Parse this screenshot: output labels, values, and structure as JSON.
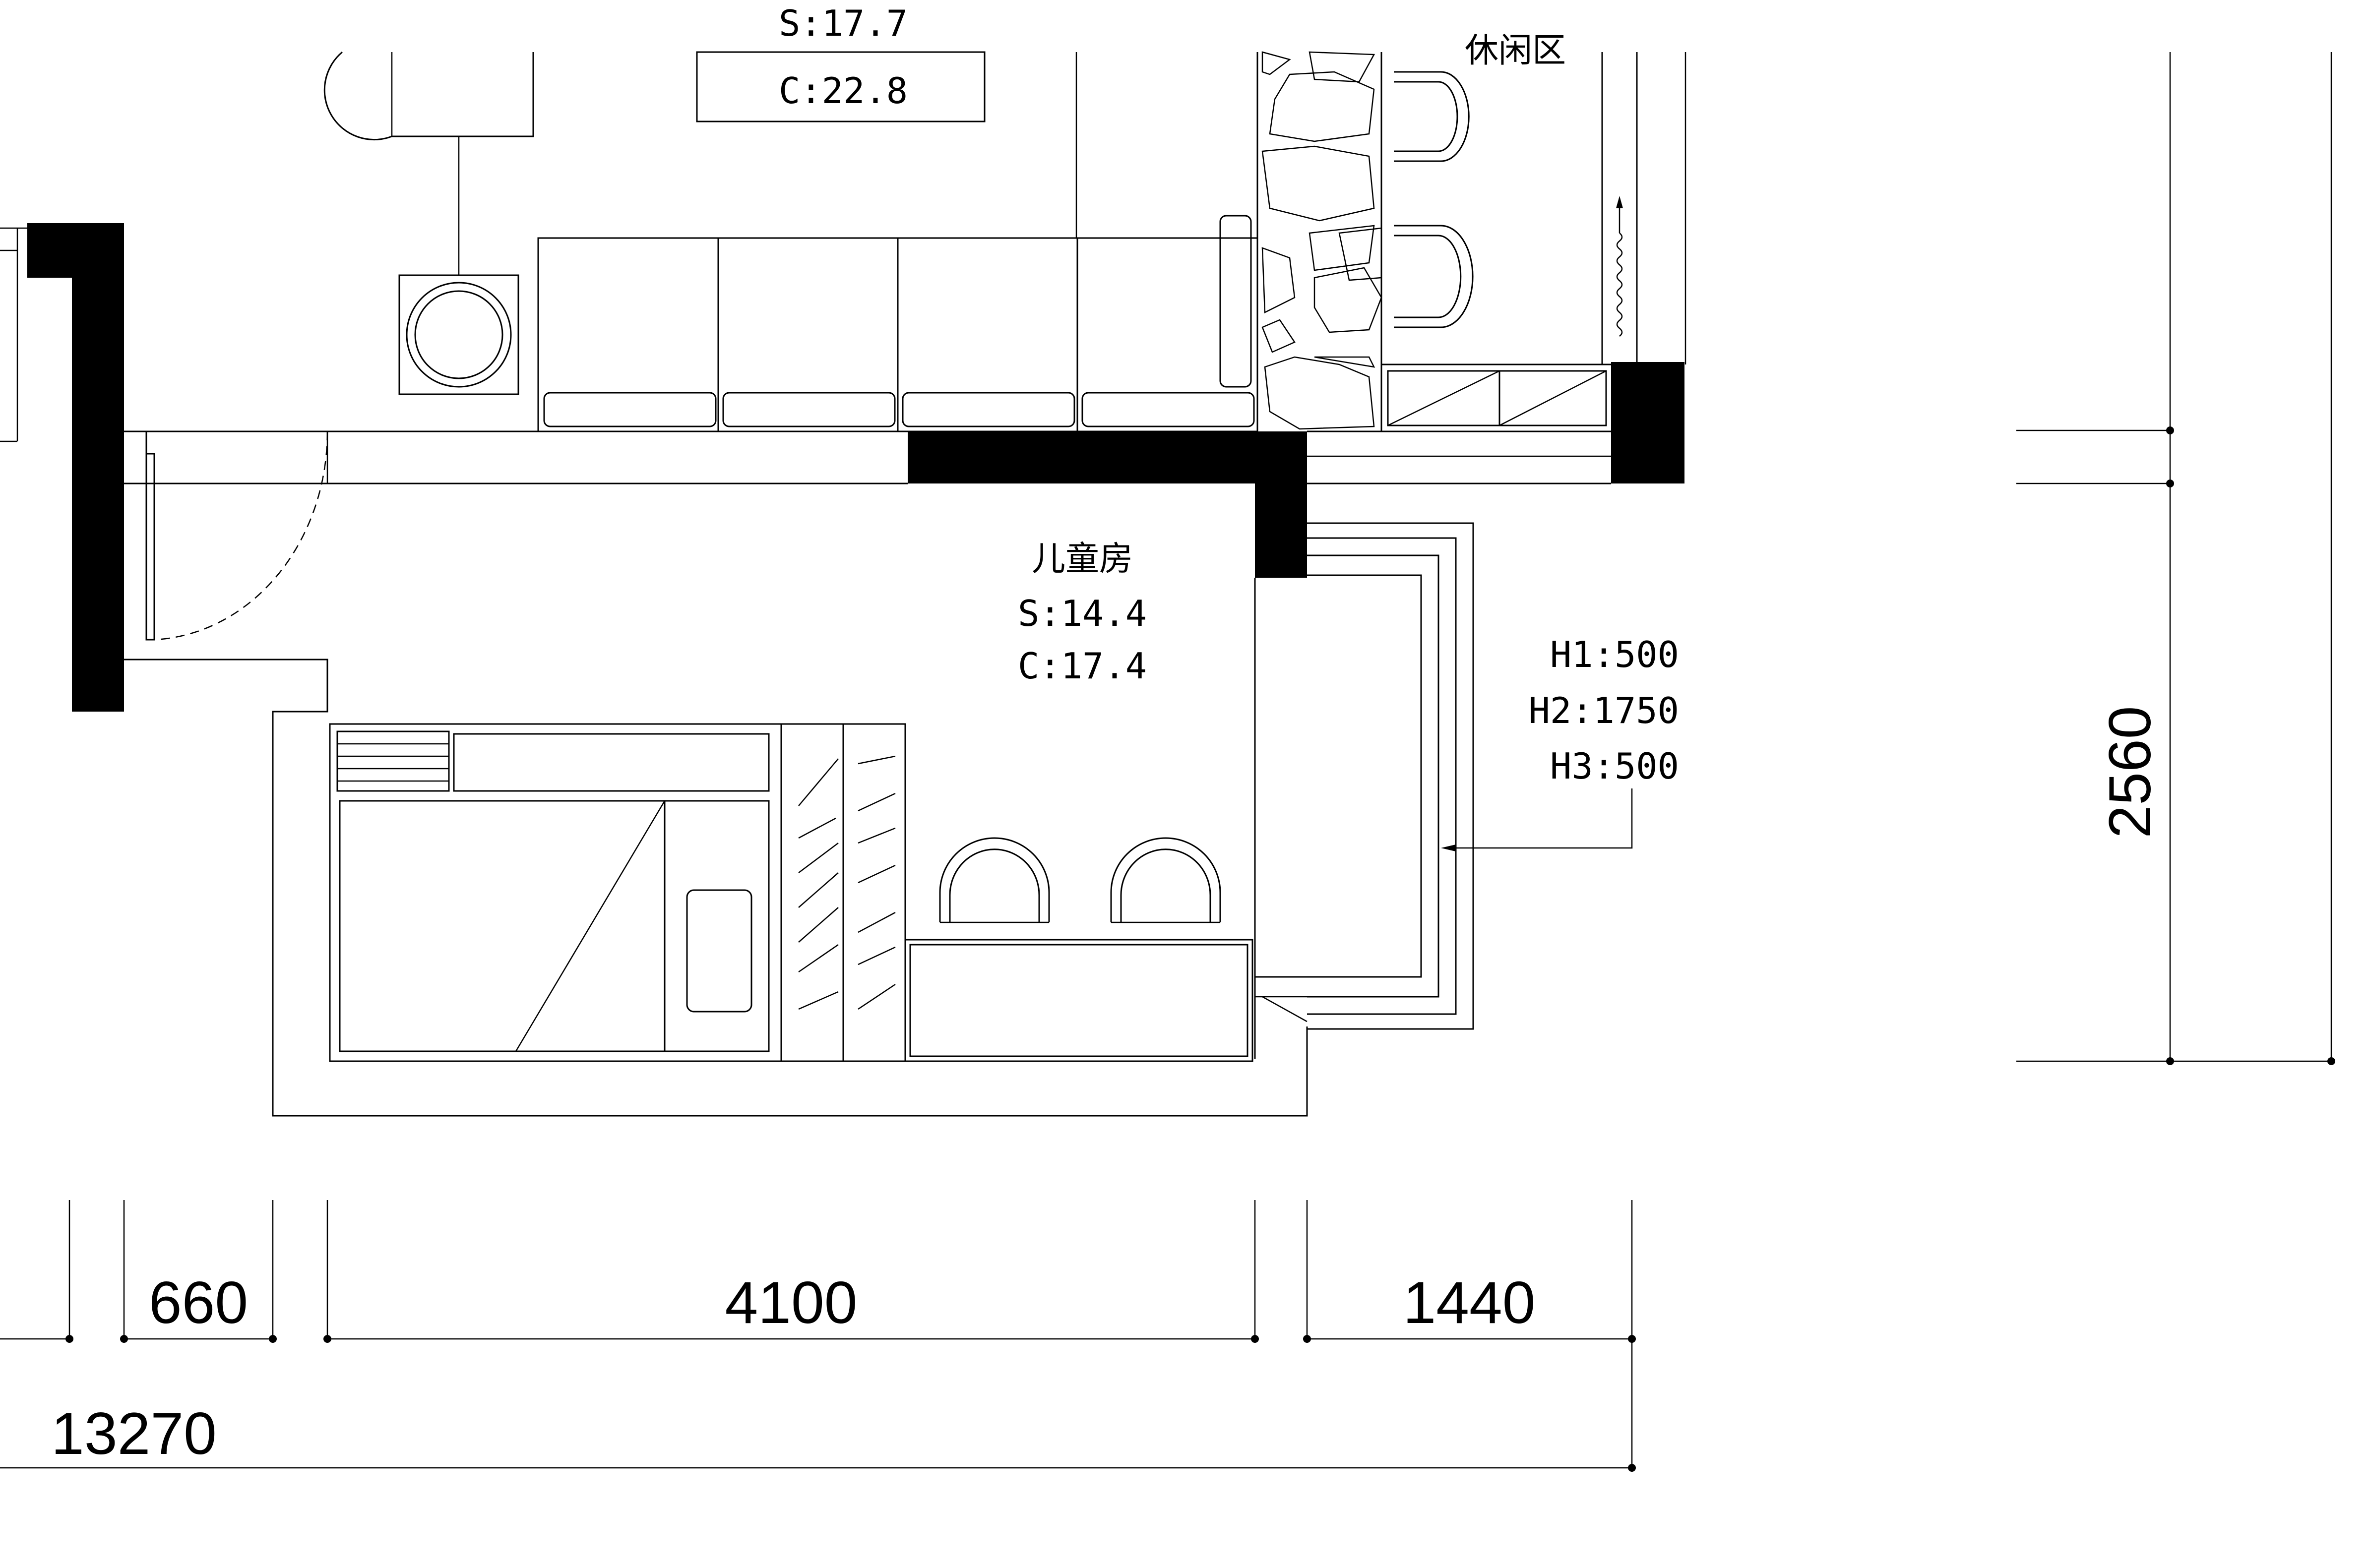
{
  "room_labels": {
    "top_room_partial": "S:17.7",
    "top_room_c": "C:22.8",
    "leisure_area_partial": "休闲区",
    "children_room": "儿童房",
    "children_room_s": "S:14.4",
    "children_room_c": "C:17.4"
  },
  "window_heights": {
    "h1": "H1:500",
    "h2": "H2:1750",
    "h3": "H3:500"
  },
  "dimensions": {
    "bottom_segment_1": "660",
    "bottom_segment_2": "4100",
    "bottom_segment_3": "1440",
    "bottom_total": "13270",
    "right_vertical": "2560"
  }
}
